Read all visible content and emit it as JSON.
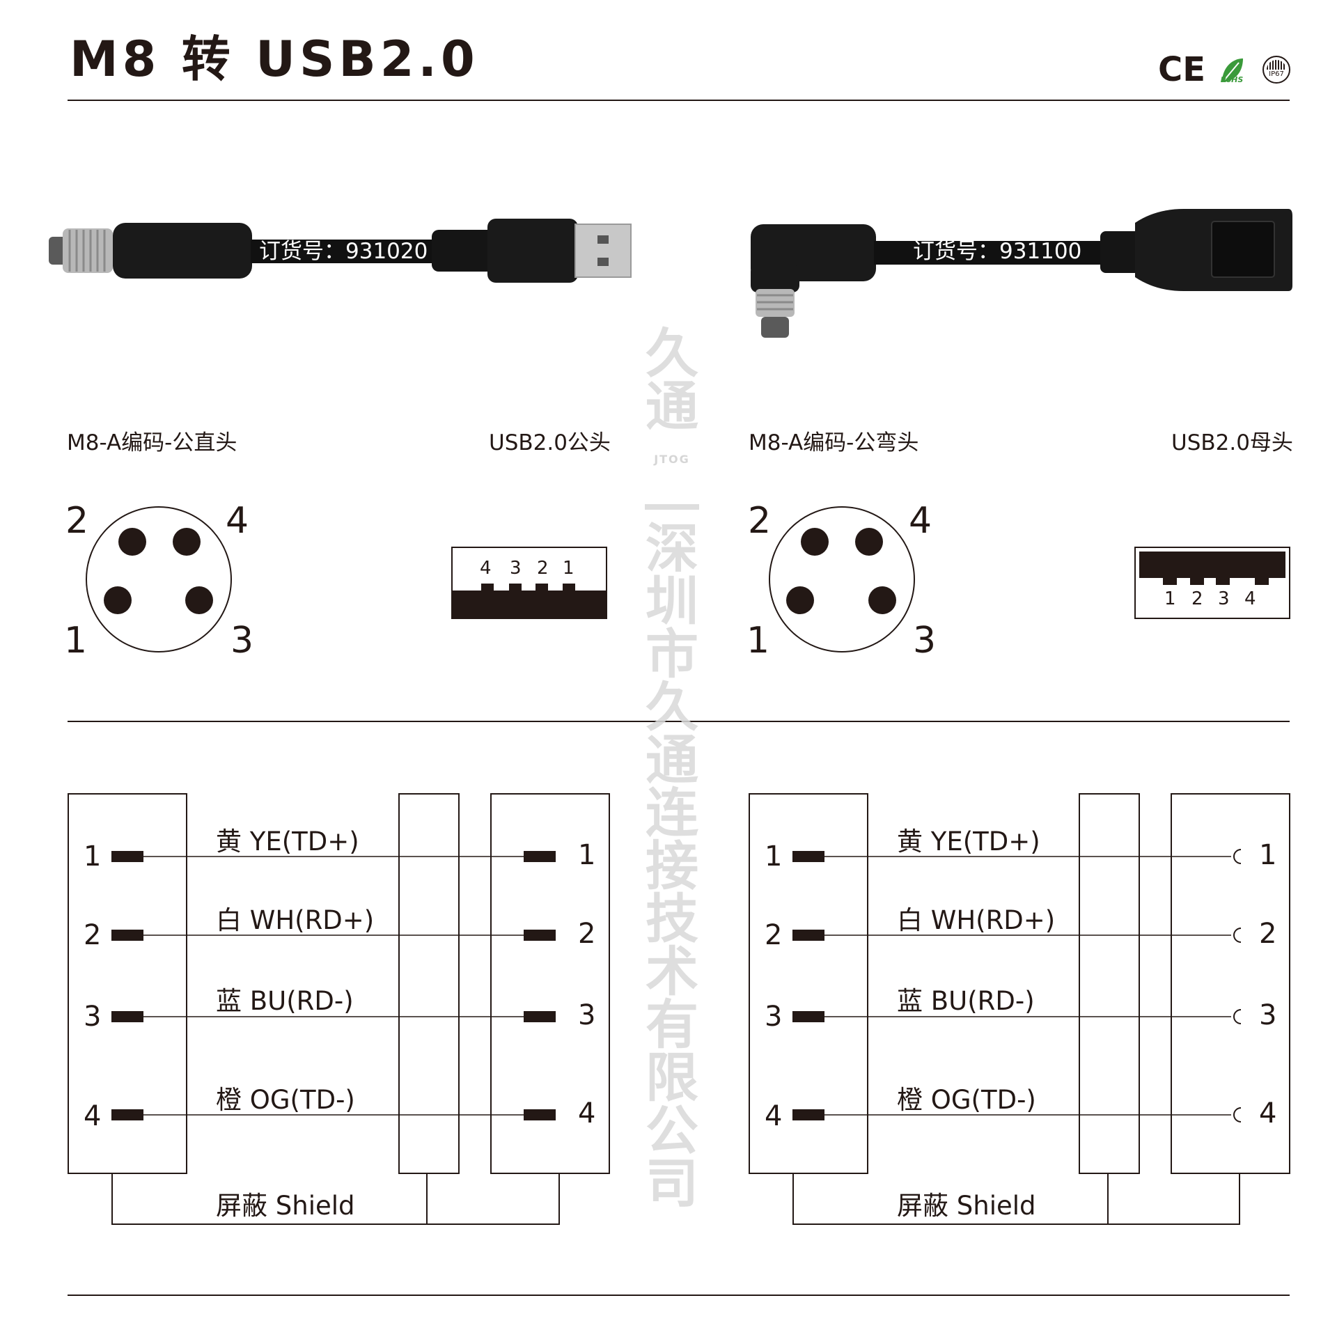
{
  "header": {
    "title": "M8 转 USB2.0",
    "cert_ce": "CE",
    "cert_rohs": "RoHS",
    "cert_ip": "IP67"
  },
  "products": {
    "left_order": "订货号：931020",
    "right_order": "订货号：931100",
    "watermark_brand": "JTOG久通"
  },
  "connectors": {
    "left_m8_label": "M8-A编码-公直头",
    "left_usb_label": "USB2.0公头",
    "right_m8_label": "M8-A编码-公弯头",
    "right_usb_label": "USB2.0母头",
    "m8_pins": [
      "2",
      "4",
      "1",
      "3"
    ],
    "usb_male_pins": [
      "4",
      "3",
      "2",
      "1"
    ],
    "usb_female_pins": [
      "1",
      "2",
      "3",
      "4"
    ]
  },
  "wiring": {
    "pins": [
      "1",
      "2",
      "3",
      "4"
    ],
    "wires": [
      "黄 YE(TD+)",
      "白 WH(RD+)",
      "蓝 BU(RD-)",
      "橙 OG(TD-)"
    ],
    "shield": "屏蔽 Shield"
  },
  "watermark": {
    "chars": [
      "久",
      "通"
    ],
    "small": "JTOG",
    "company": [
      "深",
      "圳",
      "市",
      "久",
      "通",
      "连",
      "接",
      "技",
      "术",
      "有",
      "限",
      "公",
      "司"
    ]
  },
  "colors": {
    "ink": "#231815",
    "cable": "#1a1a1a",
    "rohs_green": "#3a9a3a",
    "watermark": "#d9d9d9"
  }
}
